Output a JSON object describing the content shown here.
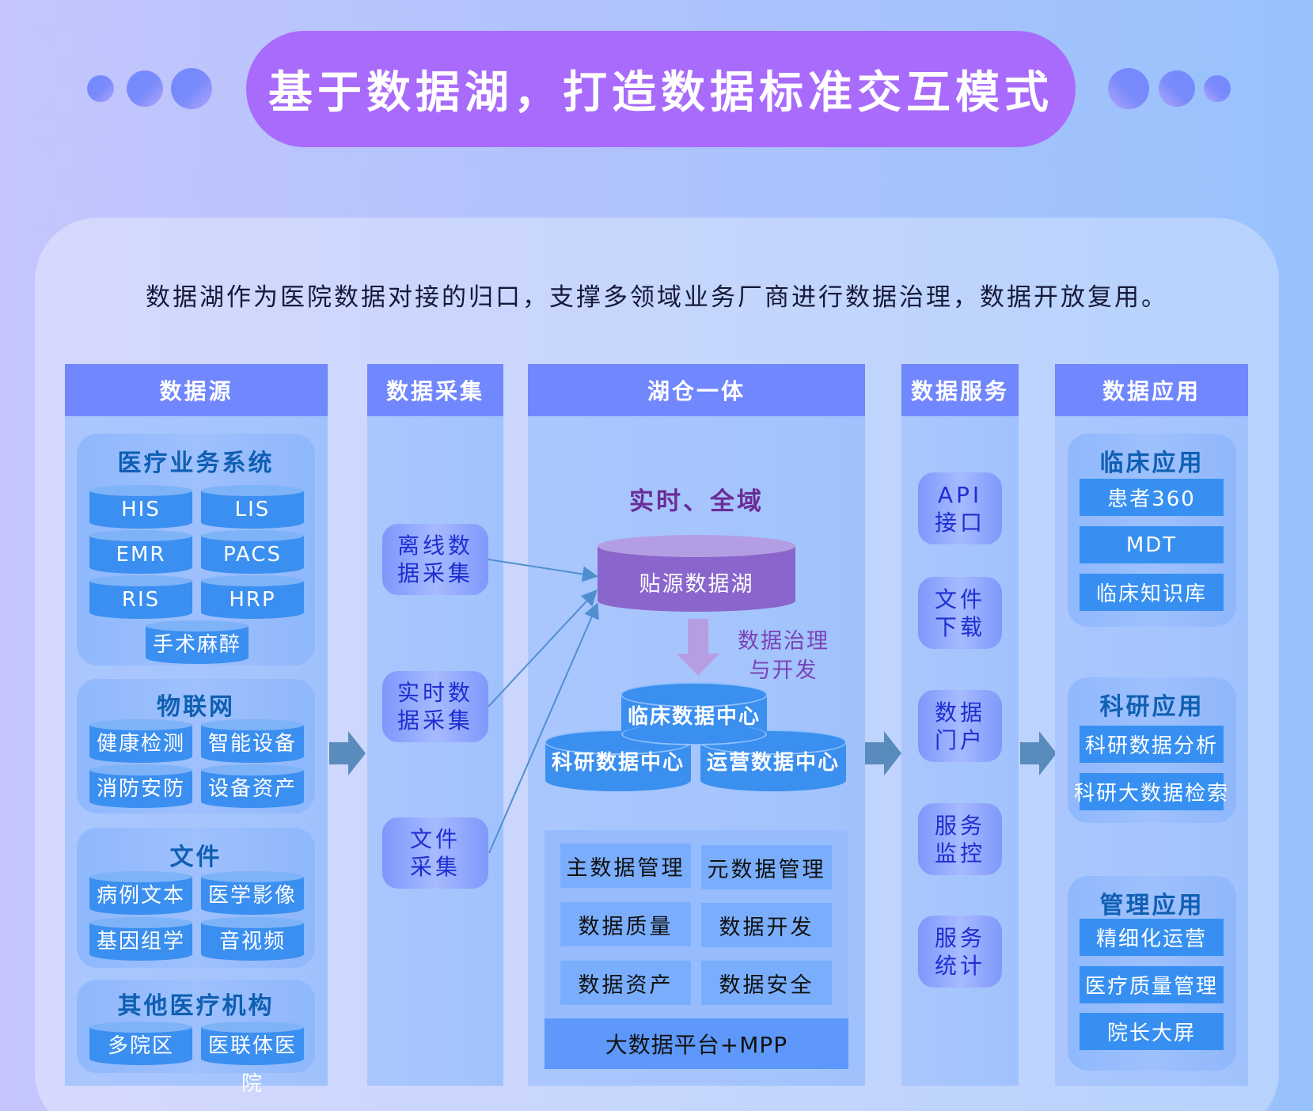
{
  "header": {
    "title": "基于数据湖，打造数据标准交互模式"
  },
  "subtitle": "数据湖作为医院数据对接的归口，支撑多领域业务厂商进行数据治理，数据开放复用。",
  "columns": {
    "source": {
      "title": "数据源",
      "groups": [
        {
          "title": "医疗业务系统",
          "items": [
            "HIS",
            "LIS",
            "EMR",
            "PACS",
            "RIS",
            "HRP",
            "手术麻醉"
          ]
        },
        {
          "title": "物联网",
          "items": [
            "健康检测",
            "智能设备",
            "消防安防",
            "设备资产"
          ]
        },
        {
          "title": "文件",
          "items": [
            "病例文本",
            "医学影像",
            "基因组学",
            "音视频"
          ]
        },
        {
          "title": "其他医疗机构",
          "items": [
            "多院区",
            "医联体医院"
          ]
        }
      ]
    },
    "collection": {
      "title": "数据采集",
      "items": [
        "离线数\n据采集",
        "实时数\n据采集",
        "文件\n采集"
      ]
    },
    "lakehouse": {
      "title": "湖仓一体",
      "tagline": "实时、全域",
      "lake_label": "贴源数据湖",
      "governance_label": "数据治理\n与开发",
      "data_centers": [
        "临床数据中心",
        "科研数据中心",
        "运营数据中心"
      ],
      "functions": [
        "主数据管理",
        "元数据管理",
        "数据质量",
        "数据开发",
        "数据资产",
        "数据安全"
      ],
      "platform": "大数据平台+MPP"
    },
    "service": {
      "title": "数据服务",
      "items": [
        "API\n接口",
        "文件\n下载",
        "数据\n门户",
        "服务\n监控",
        "服务\n统计"
      ]
    },
    "application": {
      "title": "数据应用",
      "groups": [
        {
          "title": "临床应用",
          "items": [
            "患者360",
            "MDT",
            "临床知识库"
          ]
        },
        {
          "title": "科研应用",
          "items": [
            "科研数据分析",
            "科研大数据检索"
          ]
        },
        {
          "title": "管理应用",
          "items": [
            "精细化运营",
            "医疗质量管理",
            "院长大屏"
          ]
        }
      ]
    }
  },
  "colors": {
    "title_pill": "#a96bfb",
    "column_header": "#7187fd",
    "chip_blue": "#3b8ff0",
    "lake_purple": "#8965cc",
    "flow_arrow": "#5a8bbd"
  }
}
